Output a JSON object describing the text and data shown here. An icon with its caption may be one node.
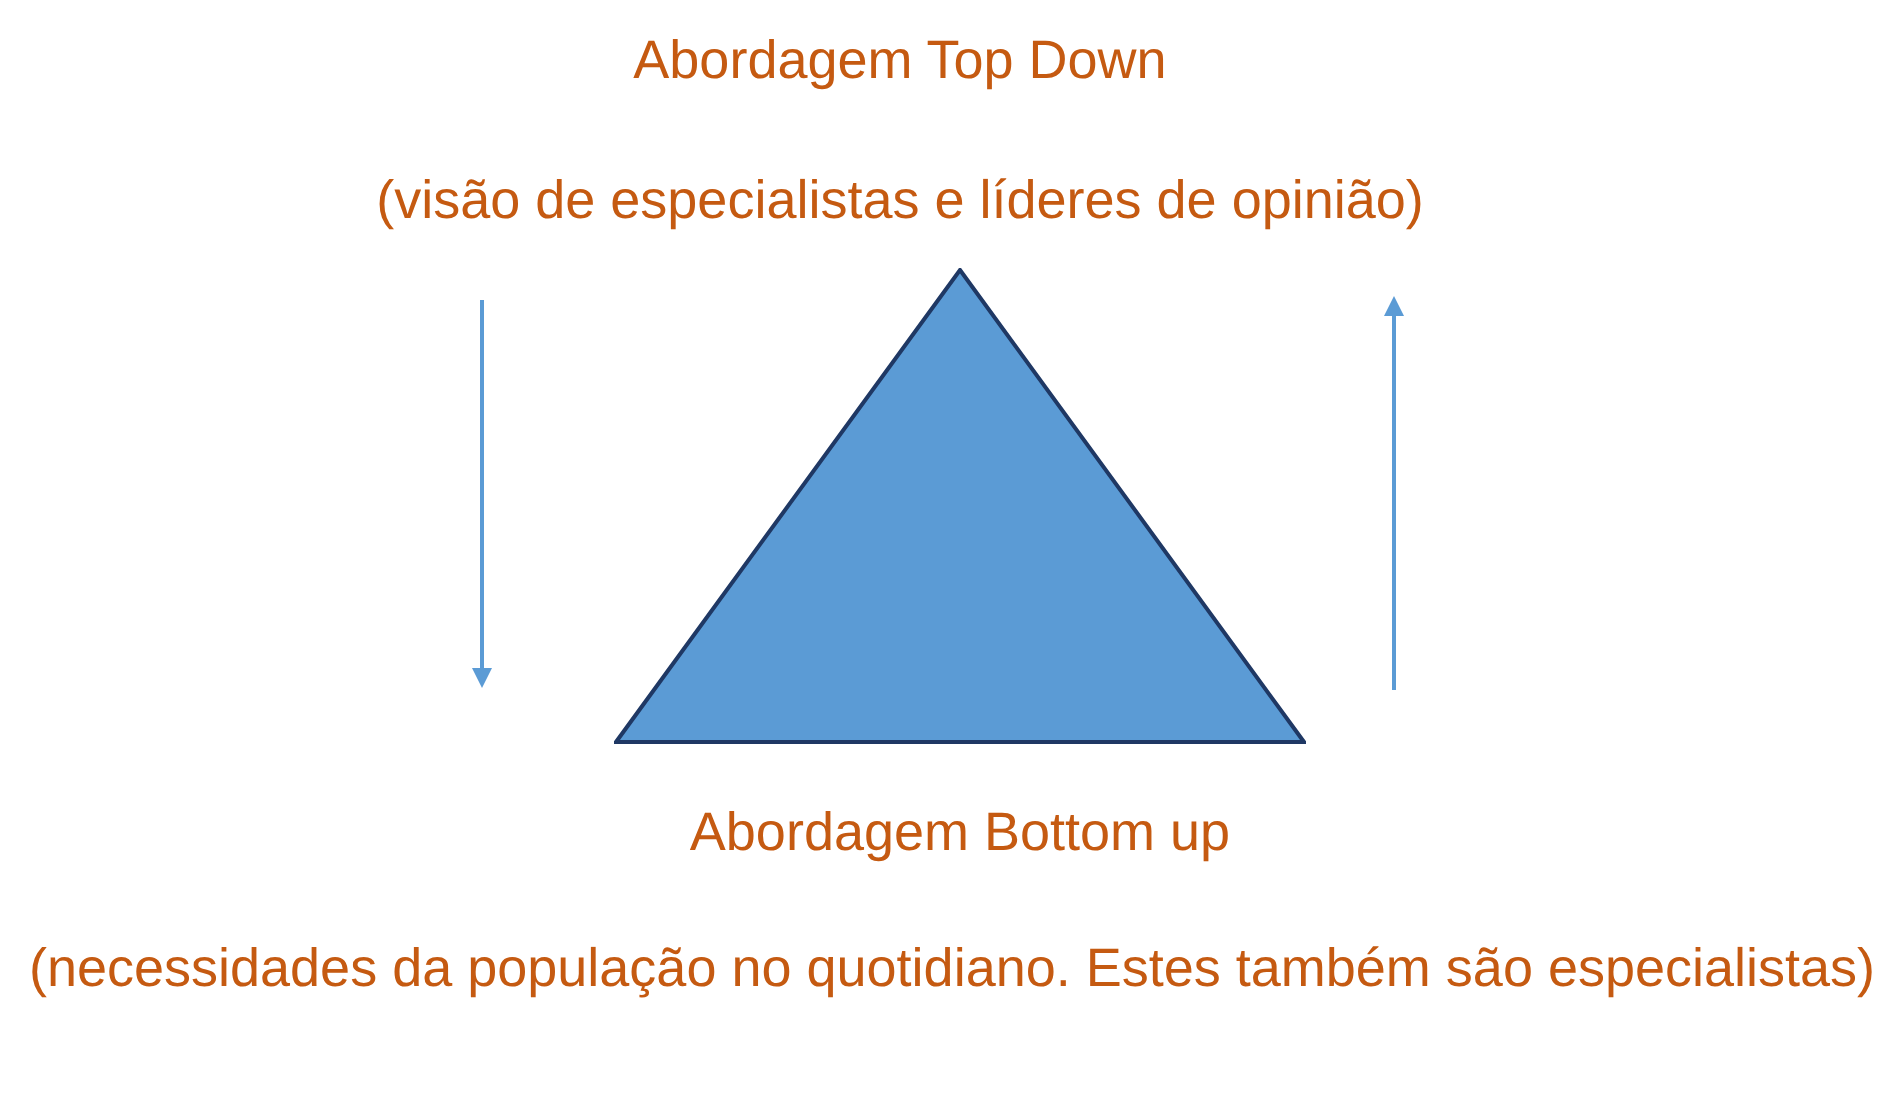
{
  "diagram": {
    "nodes": [
      {
        "text": [],
        "shape": "triangle"
      }
    ],
    "labels": [
      "Abordagem Top Down",
      "(visão de especialistas e líderes de opinião)",
      "Abordagem Bottom up",
      "(necessidades da população no quotidiano. Estes também são especialistas)"
    ]
  }
}
